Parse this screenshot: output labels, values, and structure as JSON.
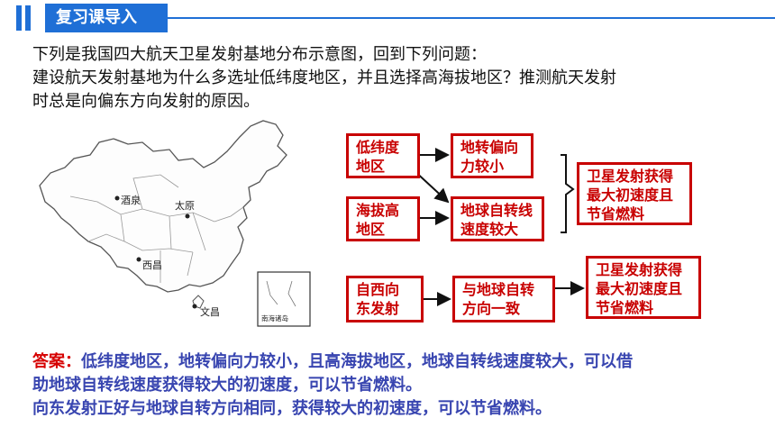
{
  "header": {
    "title": "复习课导入"
  },
  "question": {
    "line1": "下列是我国四大航天卫星发射基地分布示意图，回到下列问题：",
    "line2": "建设航天发射基地为什么多选址低纬度地区，并且选择高海拔地区？推测航天发射",
    "line3": "时总是向偏东方向发射的原因。"
  },
  "map": {
    "labels": [
      "酒泉",
      "太原",
      "西昌",
      "文昌"
    ],
    "inset_label": "南海诸岛"
  },
  "diagram": {
    "box_low_lat": [
      "低纬度",
      "地区"
    ],
    "box_deflect": [
      "地转偏向",
      "力较小"
    ],
    "box_altitude": [
      "海拔高",
      "地区"
    ],
    "box_rot_speed": [
      "地球自转线",
      "速度较大"
    ],
    "box_result1": [
      "卫星发射获得",
      "最大初速度且",
      "节省燃料"
    ],
    "box_west_east": [
      "自西向",
      "东发射"
    ],
    "box_same_dir": [
      "与地球自转",
      "方向一致"
    ],
    "box_result2": [
      "卫星发射获得",
      "最大初速度且",
      "节省燃料"
    ]
  },
  "answer": {
    "label": "答案：",
    "line1": "低纬度地区，地转偏向力较小，且高海拔地区，地球自转线速度较大，可以借",
    "line2": "助地球自转线速度获得较大的初速度，可以节省燃料。",
    "line3": "向东发射正好与地球自转方向相同，获得较大的初速度，可以节省燃料。"
  },
  "colors": {
    "brand_blue": "#1f6fd6",
    "box_red": "#c80000",
    "answer_blue": "#3845b0",
    "answer_label_red": "#d60000"
  }
}
